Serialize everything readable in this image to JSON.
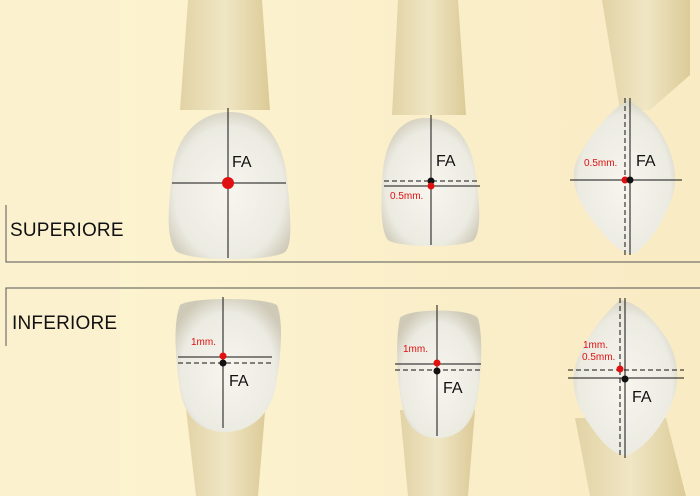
{
  "sections": {
    "upper_label": "SUPERIORE",
    "lower_label": "INFERIORE"
  },
  "markers": {
    "fa": "FA",
    "half_mm": "0.5mm.",
    "one_mm": "1mm."
  },
  "colors": {
    "background": "#fbf1cf",
    "tooth": "#f4f1e6",
    "root": "#e9dcb1",
    "accent_red": "#e01010",
    "line": "#111111"
  }
}
